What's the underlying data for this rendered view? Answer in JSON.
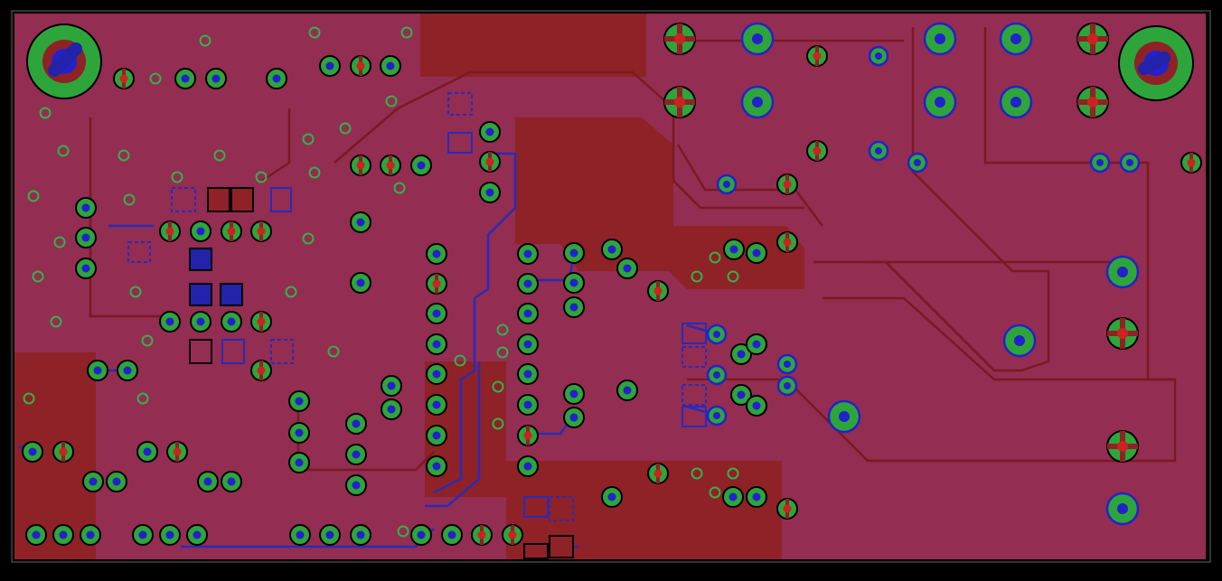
{
  "view": {
    "kind": "pcb-layout-render",
    "layers_visible": [
      "top-copper",
      "bottom-copper",
      "vias",
      "pads",
      "board-outline"
    ]
  },
  "colors": {
    "background": "#000000",
    "board_fill": "#932d52",
    "copper_pour": "#8e2226",
    "trace": "#7a1a20",
    "bottom_trace": "#2a2ab8",
    "pad_green": "#2ea53a",
    "drill_blue": "#2222cc",
    "drill_red": "#cc2222",
    "outline": "#000000",
    "via_ring": "#35b04a"
  },
  "elements": {
    "mounting_holes": 2,
    "large_through_hole_pads": 17,
    "small_vias": "many"
  }
}
